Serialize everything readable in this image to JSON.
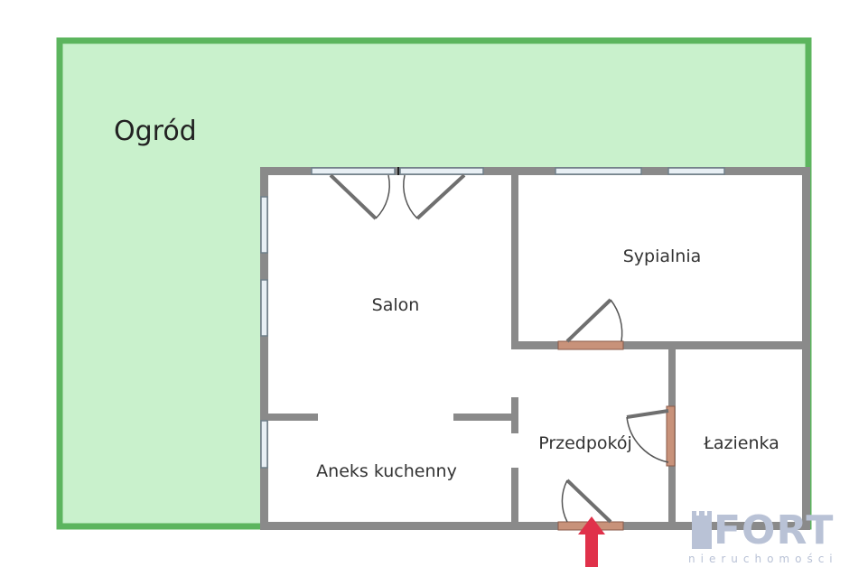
{
  "floor_plan": {
    "garden_label": "Ogród",
    "rooms": [
      {
        "id": "salon",
        "label": "Salon"
      },
      {
        "id": "sypialnia",
        "label": "Sypialnia"
      },
      {
        "id": "przedpokoj",
        "label": "Przedpokój"
      },
      {
        "id": "lazienka",
        "label": "Łazienka"
      },
      {
        "id": "aneks",
        "label": "Aneks kuchenny"
      }
    ],
    "colors": {
      "garden_fill": "#c9f1cc",
      "garden_border": "#5cb55e",
      "wall": "#8a8a8a",
      "door_frame": "#c8927a",
      "entrance_arrow": "#e0314a"
    }
  },
  "logo": {
    "word": "FORT",
    "subtitle": "nieruchomości"
  }
}
